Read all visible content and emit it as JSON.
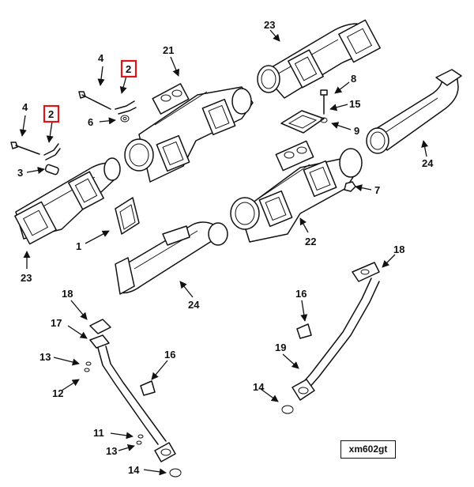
{
  "diagram": {
    "code": "xm602gt",
    "highlight_color": "#e01414",
    "callouts": [
      {
        "id": "c23a",
        "text": "23"
      },
      {
        "id": "c21",
        "text": "21"
      },
      {
        "id": "c4a",
        "text": "4"
      },
      {
        "id": "c2a",
        "text": "2",
        "highlighted": true
      },
      {
        "id": "c6",
        "text": "6"
      },
      {
        "id": "c8",
        "text": "8"
      },
      {
        "id": "c15",
        "text": "15"
      },
      {
        "id": "c9",
        "text": "9"
      },
      {
        "id": "c4b",
        "text": "4"
      },
      {
        "id": "c2b",
        "text": "2",
        "highlighted": true
      },
      {
        "id": "c3",
        "text": "3"
      },
      {
        "id": "c24a",
        "text": "24"
      },
      {
        "id": "c7",
        "text": "7"
      },
      {
        "id": "c1",
        "text": "1"
      },
      {
        "id": "c22",
        "text": "22"
      },
      {
        "id": "c23b",
        "text": "23"
      },
      {
        "id": "c24b",
        "text": "24"
      },
      {
        "id": "c18a",
        "text": "18"
      },
      {
        "id": "c16a",
        "text": "16"
      },
      {
        "id": "c19",
        "text": "19"
      },
      {
        "id": "c18b",
        "text": "18"
      },
      {
        "id": "c17",
        "text": "17"
      },
      {
        "id": "c16b",
        "text": "16"
      },
      {
        "id": "c13a",
        "text": "13"
      },
      {
        "id": "c12",
        "text": "12"
      },
      {
        "id": "c14a",
        "text": "14"
      },
      {
        "id": "c11",
        "text": "11"
      },
      {
        "id": "c13b",
        "text": "13"
      },
      {
        "id": "c14b",
        "text": "14"
      }
    ]
  }
}
